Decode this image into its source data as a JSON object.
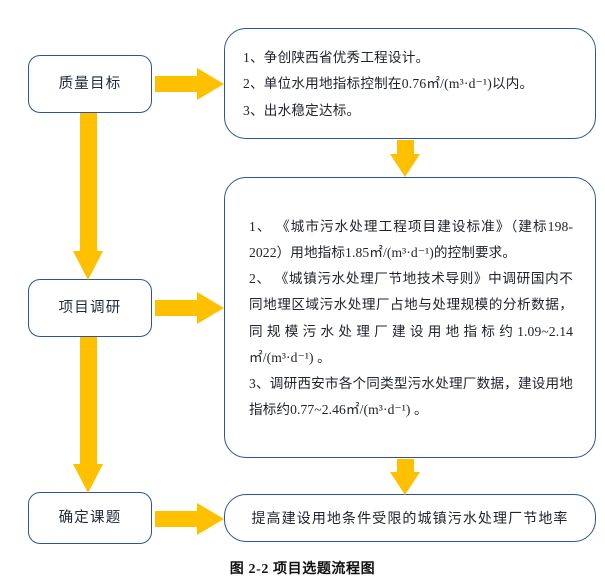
{
  "figure": {
    "caption": "图 2-2 项目选题流程图",
    "accent_arrow_color": "#FFC000",
    "box_border_color": "#2F5496",
    "text_color": "#20242E",
    "background_color": "#FFFFFF"
  },
  "stages": [
    {
      "id": "quality-goal",
      "label": "质量目标"
    },
    {
      "id": "project-research",
      "label": "项目调研"
    },
    {
      "id": "determine-topic",
      "label": "确定课题"
    }
  ],
  "details": {
    "quality_goal": {
      "lines": [
        "1、争创陕西省优秀工程设计。",
        "2、单位水用地指标控制在0.76㎡/(m³·d⁻¹)以内。",
        "3、出水稳定达标。"
      ]
    },
    "project_research": {
      "paragraphs": [
        "1、 《城市污水处理工程项目建设标准》（建标198-2022）用地指标1.85㎡/(m³·d⁻¹)的控制要求。",
        "2、 《城镇污水处理厂节地技术导则》中调研国内不同地理区域污水处理厂占地与处理规模的分析数据，同规模污水处理厂建设用地指标约1.09~2.14㎡/(m³·d⁻¹) 。",
        "3、调研西安市各个同类型污水处理厂数据，建设用地指标约0.77~2.46㎡/(m³·d⁻¹) 。"
      ]
    },
    "determine_topic": {
      "text": "提高建设用地条件受限的城镇污水处理厂节地率"
    }
  },
  "connectors": [
    {
      "id": "quality-goal-to-detail",
      "direction": "right"
    },
    {
      "id": "quality-goal-to-project-research",
      "direction": "down"
    },
    {
      "id": "detail1-to-detail2",
      "direction": "down"
    },
    {
      "id": "project-research-to-detail",
      "direction": "right"
    },
    {
      "id": "project-research-to-determine-topic",
      "direction": "down"
    },
    {
      "id": "detail2-to-result",
      "direction": "down"
    },
    {
      "id": "determine-topic-to-result",
      "direction": "right"
    }
  ]
}
